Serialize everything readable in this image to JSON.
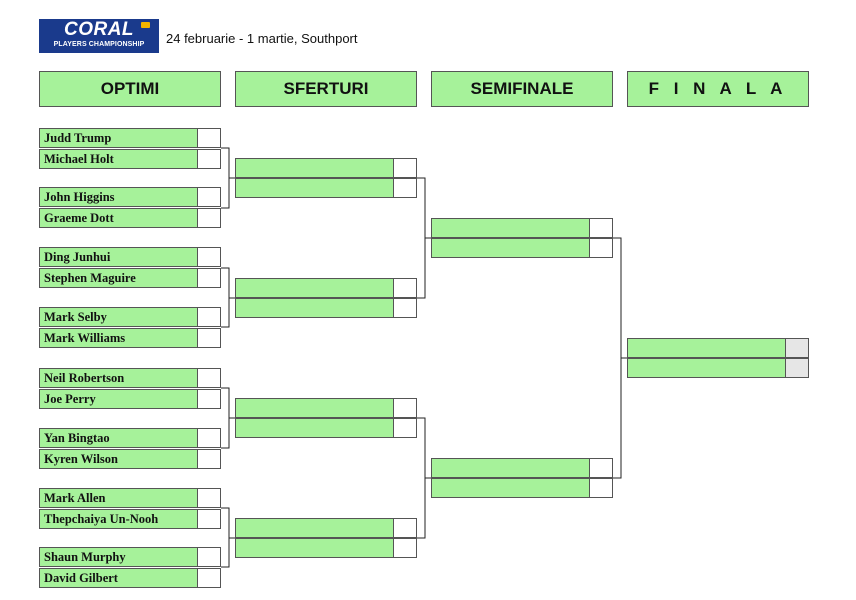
{
  "header": {
    "logo_main": "CORAL",
    "logo_sub": "PLAYERS CHAMPIONSHIP",
    "date_location": "24 februarie - 1 martie, Southport"
  },
  "rounds": {
    "r16": "OPTIMI",
    "qf": "SFERTURI",
    "sf": "SEMIFINALE",
    "final": "F I N A L A"
  },
  "players": [
    "Judd Trump",
    "Michael Holt",
    "John Higgins",
    "Graeme Dott",
    "Ding Junhui",
    "Stephen Maguire",
    "Mark Selby",
    "Mark Williams",
    "Neil Robertson",
    "Joe Perry",
    "Yan Bingtao",
    "Kyren Wilson",
    "Mark Allen",
    "Thepchaiya Un-Nooh",
    "Shaun Murphy",
    "David Gilbert"
  ],
  "colors": {
    "slot_green": "#a6f29a",
    "logo_blue": "#1a3a8c",
    "logo_flag": "#f2b400",
    "border": "#555555"
  }
}
